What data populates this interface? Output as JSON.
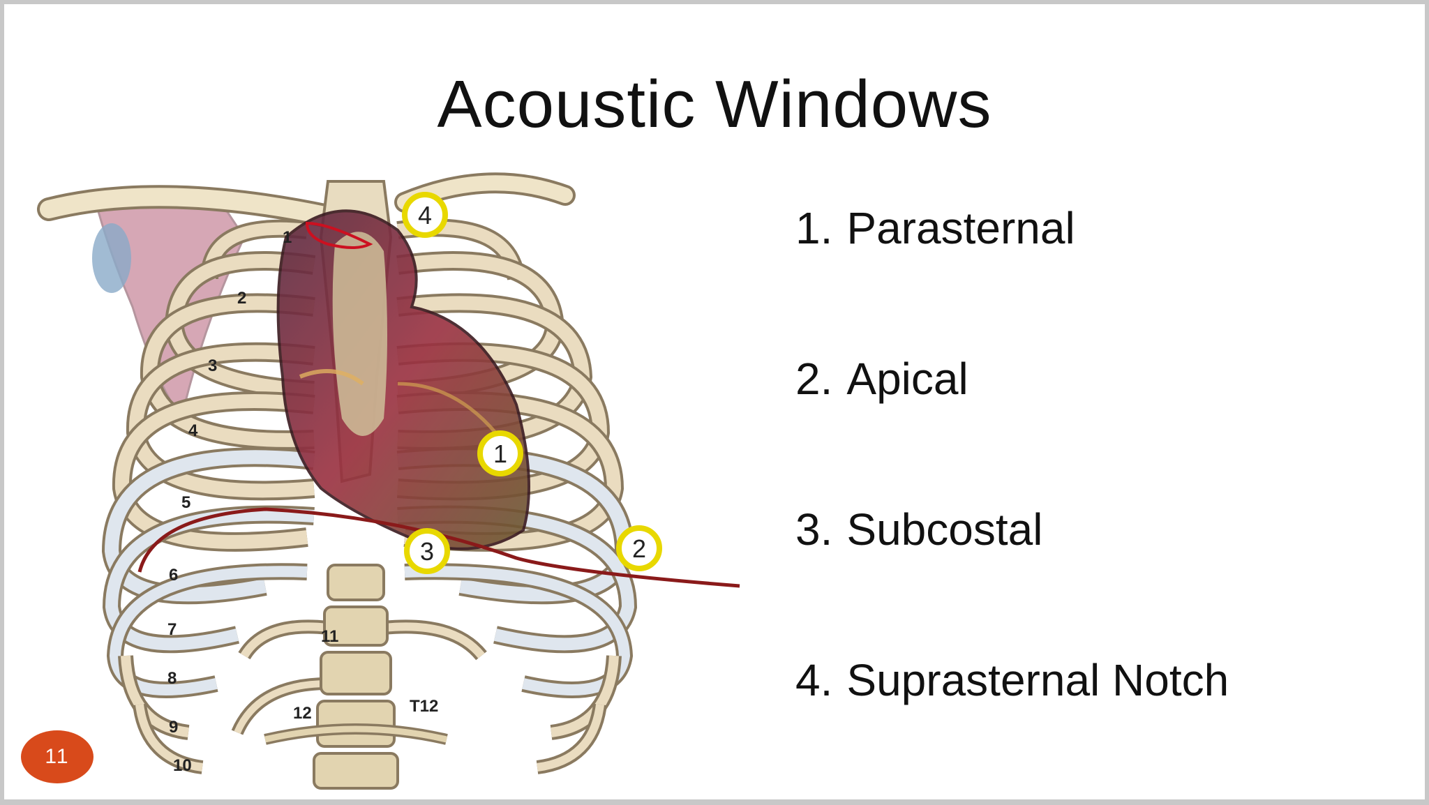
{
  "slide": {
    "title": "Acoustic Windows",
    "page_number": "11"
  },
  "windows": [
    {
      "number": "1.",
      "label": "Parasternal"
    },
    {
      "number": "2.",
      "label": "Apical"
    },
    {
      "number": "3.",
      "label": "Subcostal"
    },
    {
      "number": "4.",
      "label": "Suprasternal Notch"
    }
  ],
  "diagram": {
    "markers": [
      "1",
      "2",
      "3",
      "4"
    ],
    "rib_numbers": [
      "1",
      "2",
      "3",
      "4",
      "5",
      "6",
      "7",
      "8",
      "9",
      "10",
      "11",
      "12"
    ],
    "vertebra_label": "T12",
    "colors": {
      "bone": "#e8dcc0",
      "bone_outline": "#8a7a60",
      "heart": "#8b2a3a",
      "marker_ring": "#e8d800",
      "diaphragm": "#8a1a1a",
      "badge": "#d84a1b"
    }
  }
}
